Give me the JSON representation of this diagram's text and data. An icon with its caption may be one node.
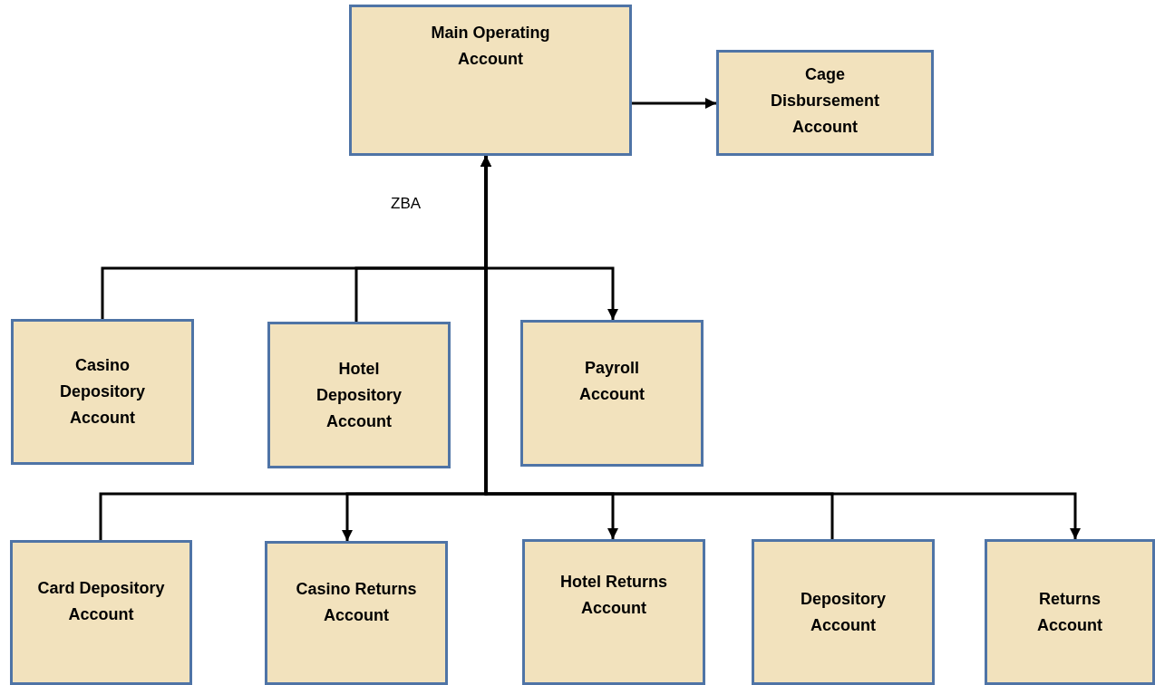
{
  "diagram": {
    "nodes": [
      {
        "text": [
          "Main Operating Account"
        ]
      },
      {
        "text": [
          "Cage Disbursement Account"
        ]
      },
      {
        "text": [
          "Casino Depository Account"
        ]
      },
      {
        "text": [
          "Hotel Depository Account"
        ]
      },
      {
        "text": [
          "Payroll Account"
        ]
      },
      {
        "text": [
          "Card Depository Account"
        ]
      },
      {
        "text": [
          "Casino Returns Account"
        ]
      },
      {
        "text": [
          "Hotel Returns Account"
        ]
      },
      {
        "text": [
          "Depository Account"
        ]
      },
      {
        "text": [
          "Returns Account"
        ]
      }
    ],
    "edges": [
      {
        "from": 0,
        "to": 1,
        "arrow": "to"
      },
      {
        "from": 2,
        "to": 0,
        "arrow": "to"
      },
      {
        "from": 3,
        "to": 0,
        "arrow": "to"
      },
      {
        "from": 0,
        "to": 4,
        "arrow": "to"
      },
      {
        "from": 5,
        "to": 0,
        "arrow": "to"
      },
      {
        "from": 0,
        "to": 6,
        "arrow": "to"
      },
      {
        "from": 0,
        "to": 7,
        "arrow": "to"
      },
      {
        "from": 8,
        "to": 0,
        "arrow": "to"
      },
      {
        "from": 0,
        "to": 9,
        "arrow": "to"
      }
    ],
    "labels": [
      "ZBA"
    ]
  }
}
